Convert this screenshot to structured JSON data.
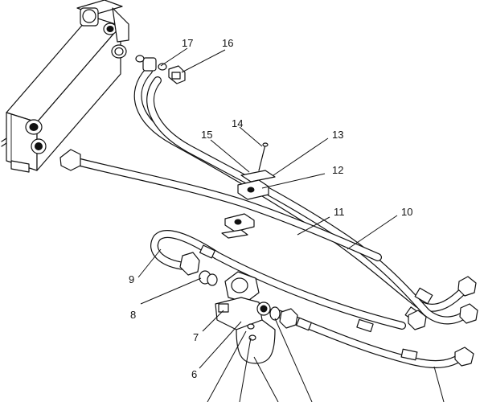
{
  "callouts": [
    {
      "id": "17",
      "text": "17"
    },
    {
      "id": "16",
      "text": "16"
    },
    {
      "id": "14",
      "text": "14"
    },
    {
      "id": "15",
      "text": "15"
    },
    {
      "id": "13",
      "text": "13"
    },
    {
      "id": "12",
      "text": "12"
    },
    {
      "id": "11",
      "text": "11"
    },
    {
      "id": "10",
      "text": "10"
    },
    {
      "id": "9",
      "text": "9"
    },
    {
      "id": "8",
      "text": "8"
    },
    {
      "id": "7",
      "text": "7"
    },
    {
      "id": "6",
      "text": "6"
    }
  ]
}
